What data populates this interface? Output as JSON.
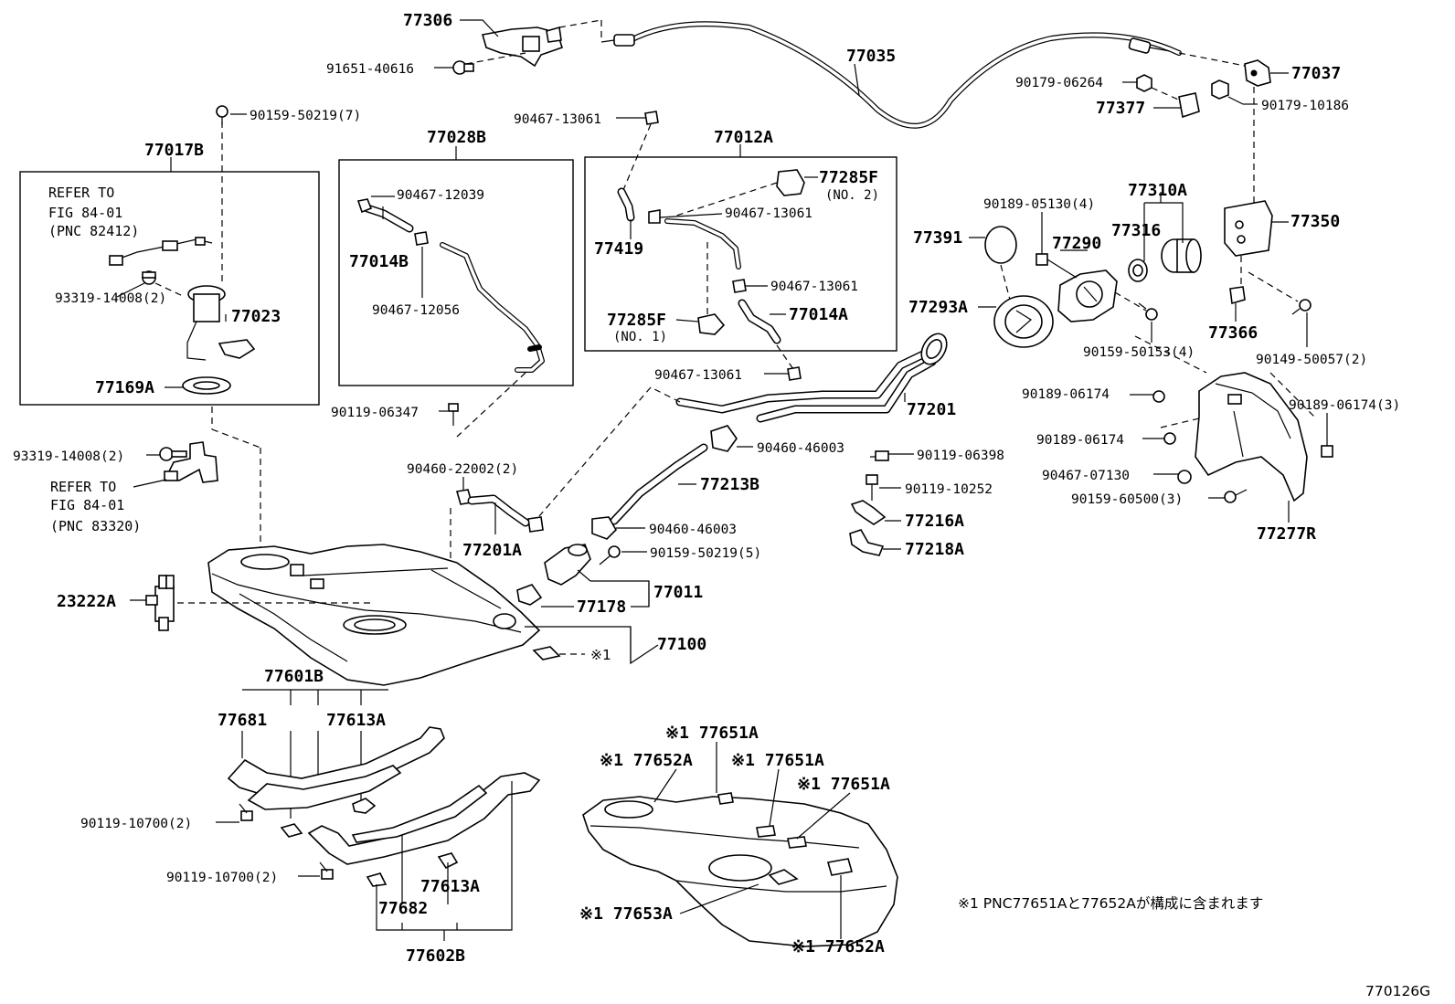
{
  "figure_code": "770126G",
  "footnote": "※1 PNC77651Aと77652Aが構成に含まれます",
  "refer_to_1": [
    "REFER TO",
    "FIG 84-01",
    "(PNC 82412)"
  ],
  "refer_to_2": [
    "REFER TO",
    "FIG 84-01",
    "(PNC 83320)"
  ],
  "sub_note_no2": "(NO. 2)",
  "sub_note_no1": "(NO. 1)",
  "labels": {
    "p77306": "77306",
    "p91651_40616": "91651-40616",
    "p77035": "77035",
    "p77037": "77037",
    "p90179_06264": "90179-06264",
    "p77377": "77377",
    "p90179_10186": "90179-10186",
    "p90159_50219_7": "90159-50219(7)",
    "p77017B": "77017B",
    "p77028B": "77028B",
    "p90467_13061_a": "90467-13061",
    "p77012A": "77012A",
    "p90467_12039": "90467-12039",
    "p77014B": "77014B",
    "p90467_12056": "90467-12056",
    "p77285F_2": "77285F",
    "p90467_13061_b": "90467-13061",
    "p77419": "77419",
    "p90467_13061_c": "90467-13061",
    "p77285F_1": "77285F",
    "p77014A": "77014A",
    "p93319_14008_2a": "93319-14008(2)",
    "p77023": "77023",
    "p77169A": "77169A",
    "p90467_13061_d": "90467-13061",
    "p90119_06347": "90119-06347",
    "p93319_14008_2b": "93319-14008(2)",
    "p90189_05130_4": "90189-05130(4)",
    "p77310A": "77310A",
    "p77391": "77391",
    "p77290": "77290",
    "p77316": "77316",
    "p77350": "77350",
    "p77293A": "77293A",
    "p77366": "77366",
    "p90159_50153_4": "90159-50153(4)",
    "p90149_50057_2": "90149-50057(2)",
    "p77201": "77201",
    "p90189_06174_a": "90189-06174",
    "p90189_06174_3": "90189-06174(3)",
    "p90189_06174_b": "90189-06174",
    "p90460_46003_a": "90460-46003",
    "p90119_06398": "90119-06398",
    "p90460_22002_2": "90460-22002(2)",
    "p77213B": "77213B",
    "p90119_10252": "90119-10252",
    "p90467_07130": "90467-07130",
    "p90159_60500_3": "90159-60500(3)",
    "p77216A": "77216A",
    "p77277R": "77277R",
    "p77201A": "77201A",
    "p90460_46003_b": "90460-46003",
    "p90159_50219_5": "90159-50219(5)",
    "p77218A": "77218A",
    "p77011": "77011",
    "p23222A": "23222A",
    "p77178": "77178",
    "p77100": "77100",
    "p77100_mark": "※1",
    "p77601B": "77601B",
    "p77681": "77681",
    "p77613A_a": "77613A",
    "p90119_10700_2a": "90119-10700(2)",
    "p90119_10700_2b": "90119-10700(2)",
    "p77613A_b": "77613A",
    "p77682": "77682",
    "p77602B": "77602B",
    "p77651A_a": "※1 77651A",
    "p77652A_a": "※1 77652A",
    "p77651A_b": "※1 77651A",
    "p77651A_c": "※1 77651A",
    "p77653A": "※1 77653A",
    "p77652A_b": "※1 77652A"
  }
}
